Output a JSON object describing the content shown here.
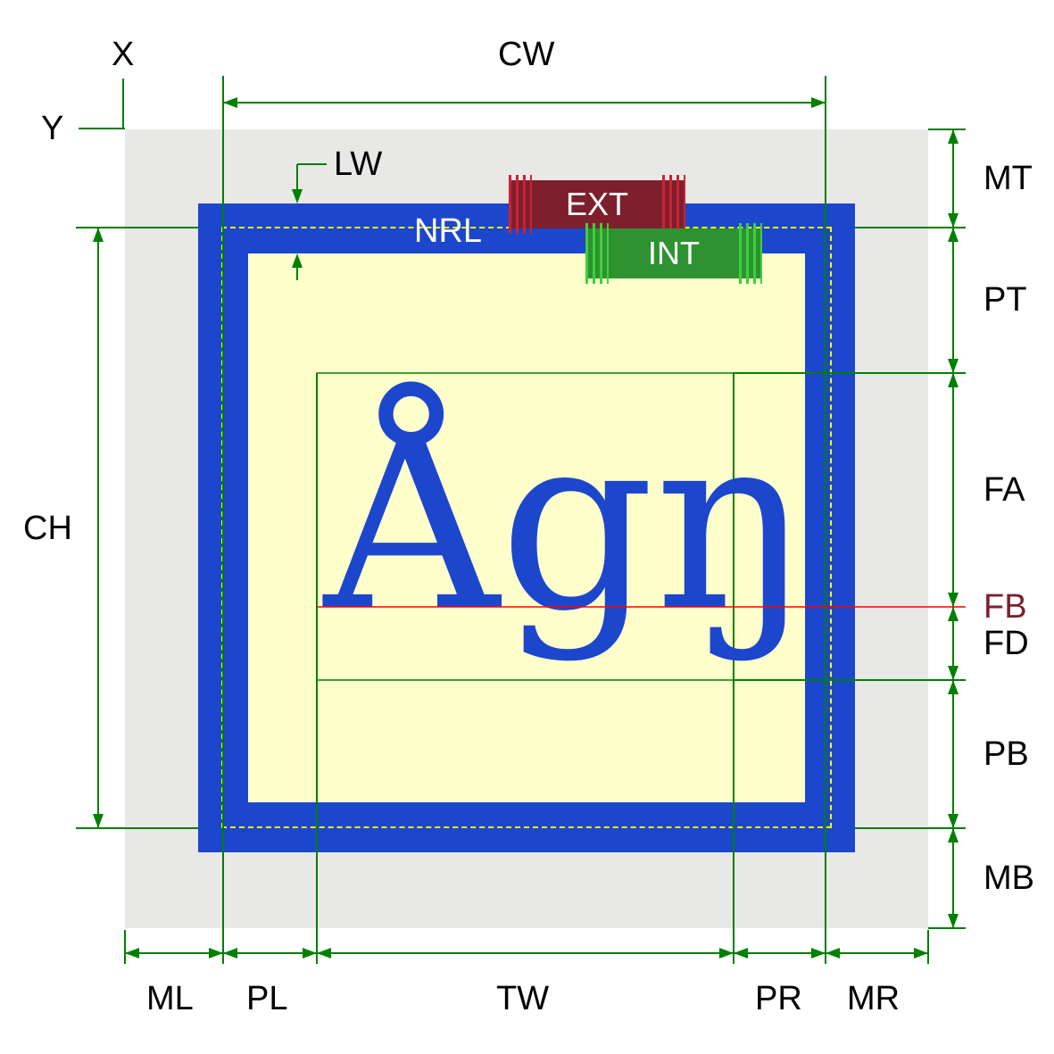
{
  "glyph_sample": "Ågŋ",
  "labels": {
    "x": "X",
    "y": "Y",
    "cw": "CW",
    "lw": "LW",
    "nrl": "NRL",
    "ext": "EXT",
    "int": "INT",
    "mt": "MT",
    "pt": "PT",
    "fa": "FA",
    "fb": "FB",
    "fd": "FD",
    "pb": "PB",
    "mb": "MB",
    "ch": "CH",
    "ml": "ML",
    "pl": "PL",
    "tw": "TW",
    "pr": "PR",
    "mr": "MR"
  },
  "colors": {
    "margin_bg": "#e8e8e6",
    "border_blue": "#1c47cc",
    "padding_bg": "#ffffcc",
    "dim_green": "#008000",
    "baseline_red": "#ff0000",
    "nrl_dash": "#f5ff00",
    "ext_bg": "#7d1f2d",
    "ext_stripe": "#cc2233",
    "int_bg": "#2e9230",
    "int_stripe": "#3ecf3e",
    "fb_text": "#7d1f2d"
  }
}
